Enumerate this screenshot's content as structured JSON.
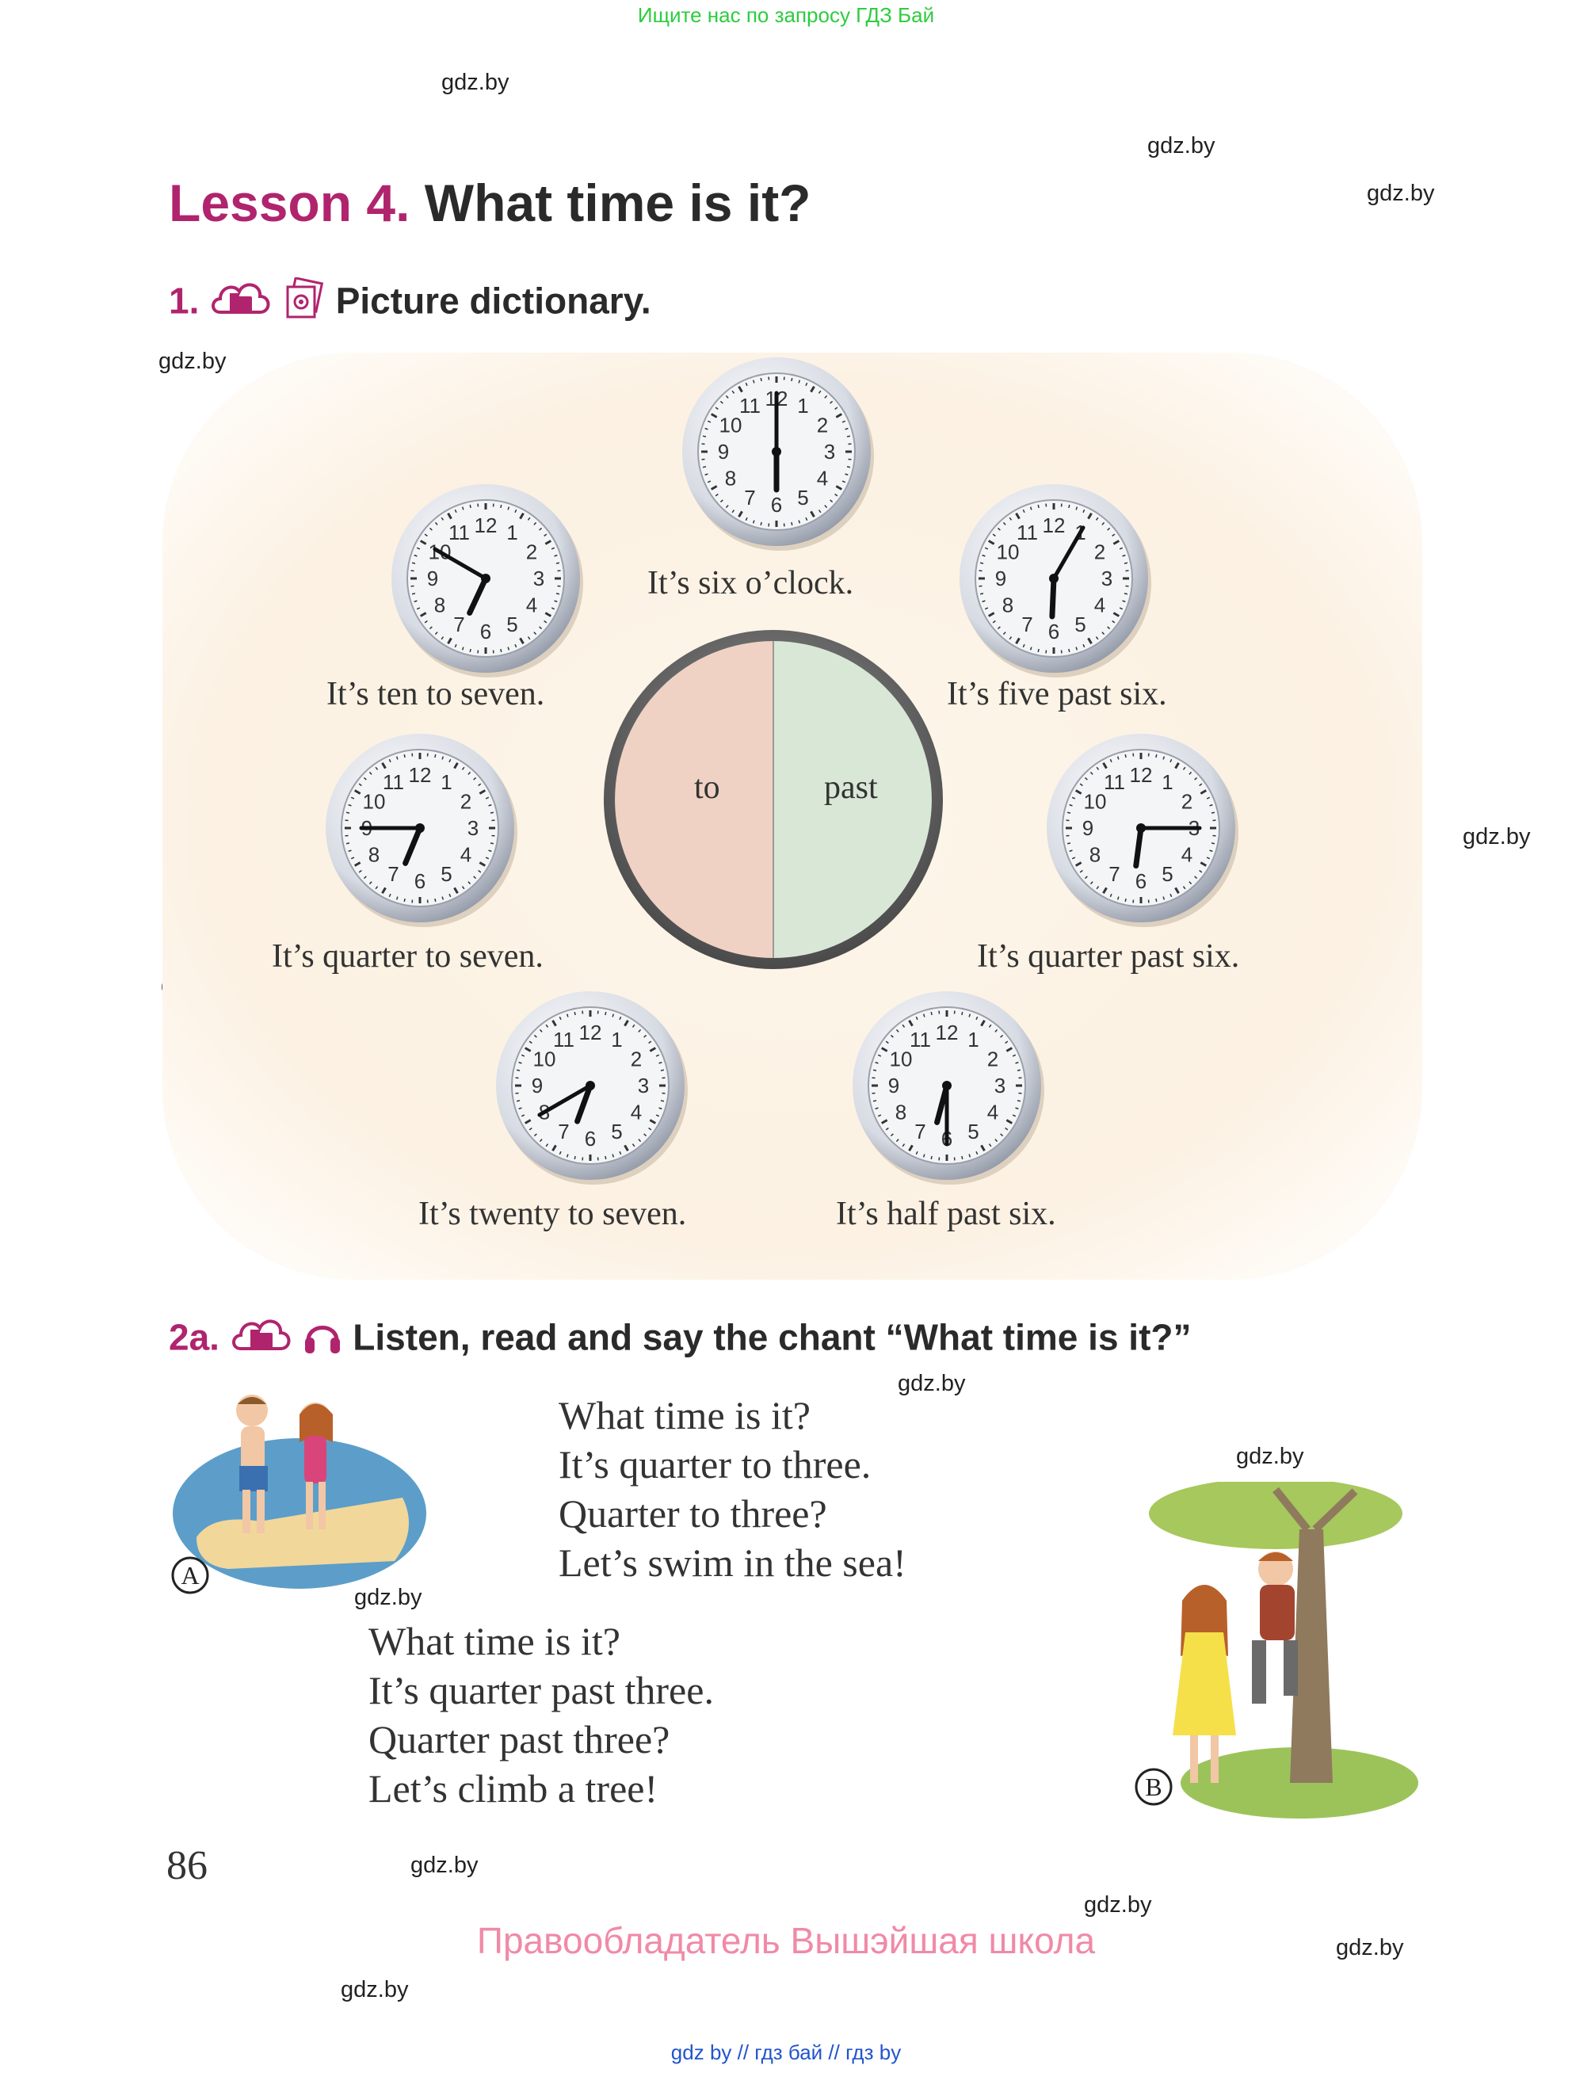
{
  "top_banner": "Ищите нас по запросу ГДЗ Бай",
  "watermark": "gdz.by",
  "lesson": {
    "number_label": "Lesson 4.",
    "title": "What time is it?"
  },
  "exercise1": {
    "number": "1.",
    "title": "Picture dictionary."
  },
  "wheel": {
    "to_label": "to",
    "past_label": "past",
    "to_color": "#efd2c4",
    "past_color": "#d9e8d6"
  },
  "clocks": [
    {
      "caption": "It’s six o’clock.",
      "hour": 6,
      "minute": 0
    },
    {
      "caption": "It’s ten to seven.",
      "hour": 6,
      "minute": 50
    },
    {
      "caption": "It’s five past six.",
      "hour": 6,
      "minute": 5
    },
    {
      "caption": "It’s quarter to seven.",
      "hour": 6,
      "minute": 45
    },
    {
      "caption": "It’s quarter past six.",
      "hour": 6,
      "minute": 15
    },
    {
      "caption": "It’s twenty to seven.",
      "hour": 6,
      "minute": 40
    },
    {
      "caption": "It’s half past six.",
      "hour": 6,
      "minute": 30
    }
  ],
  "exercise2a": {
    "number": "2a.",
    "title": "Listen, read and say the chant “What time is it?”"
  },
  "chant_a": [
    "What time is it?",
    "It’s quarter to three.",
    "Quarter to three?",
    "Let’s swim in the sea!"
  ],
  "chant_b": [
    "What time is it?",
    "It’s quarter past three.",
    "Quarter past three?",
    "Let’s climb a tree!"
  ],
  "picture_a_label": "A",
  "picture_b_label": "B",
  "page_number": "86",
  "rights_holder": "Правообладатель Вышэйшая школа",
  "footer": "gdz by  //  гдз бай  //  гдз by",
  "colors": {
    "accent": "#b0246e",
    "banner": "#2ecc40",
    "rights": "#f08aa6",
    "footer": "#2255cc"
  }
}
